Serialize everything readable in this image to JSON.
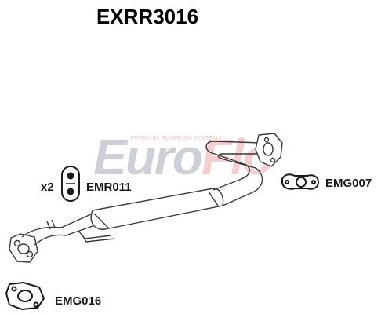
{
  "title": "EXRR3016",
  "watermark": {
    "tagline": "PREMIUM EMISSION SYSTEMS",
    "brand": "EuroFlo",
    "colors": {
      "grey": "#c9ccd3",
      "red": "#f2c7c9"
    }
  },
  "parts": {
    "mounting": {
      "qty": "x2",
      "code": "EMR011"
    },
    "gasket_rear": {
      "code": "EMG007"
    },
    "gasket_front": {
      "code": "EMG016"
    }
  },
  "colors": {
    "line": "#3a3a3a",
    "text": "#1a1a1a"
  }
}
